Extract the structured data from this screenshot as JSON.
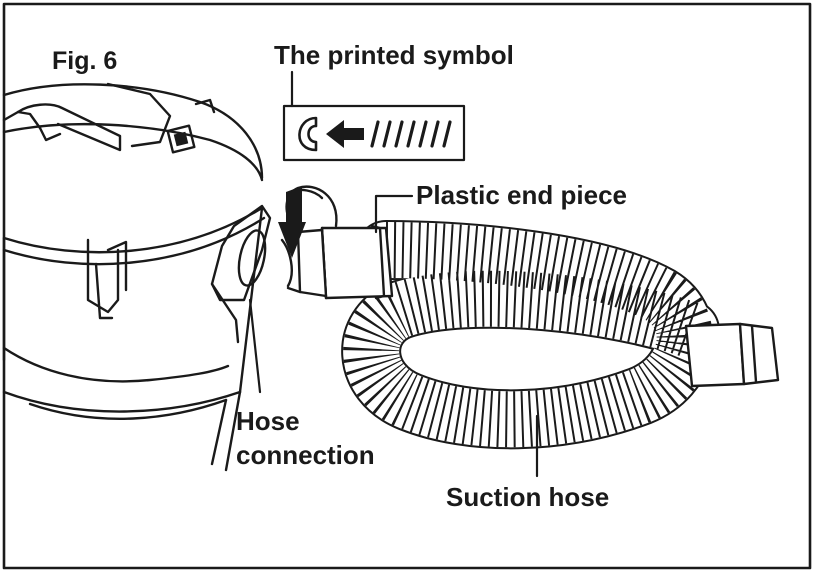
{
  "figure": {
    "label": "Fig. 6"
  },
  "callouts": {
    "printed_symbol": "The printed symbol",
    "plastic_end_piece": "Plastic end piece",
    "hose_connection_line1": "Hose",
    "hose_connection_line2": "connection",
    "suction_hose": "Suction hose"
  },
  "icons": {
    "rotation_arrow": "curved-rotation-arrow-icon",
    "symbol": "c-arrow-symbol-icon"
  },
  "colors": {
    "ink": "#1a1a1a",
    "paper": "#ffffff"
  }
}
